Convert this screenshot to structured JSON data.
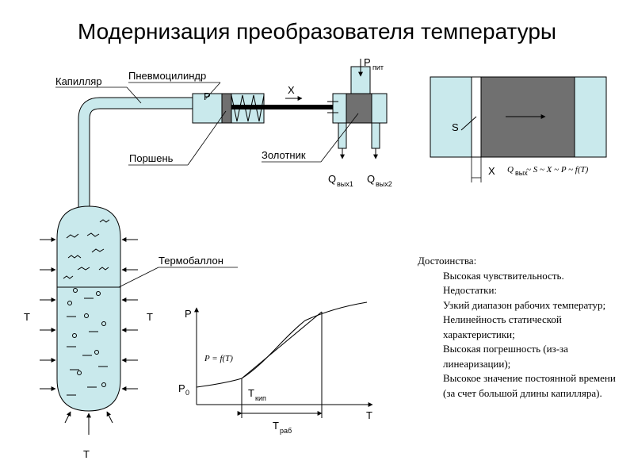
{
  "title": "Модернизация преобразователя температуры",
  "diagram": {
    "labels": {
      "capillary": "Капилляр",
      "cylinder": "Пневмоцилиндр",
      "piston": "Поршень",
      "spool": "Золотник",
      "bulb": "Термобаллон",
      "p": "P",
      "x": "X",
      "p_pit": "P",
      "p_pit_sub": "пит",
      "q1": "Q",
      "q1_sub": "вых1",
      "q2": "Q",
      "q2_sub": "вых2",
      "t_left": "T",
      "t_right": "T",
      "t_bottom": "T",
      "s": "S",
      "x_detail": "X",
      "formula_detail": "Q",
      "formula_detail_sub": "вых",
      "formula_detail_rest": " ~ S ~ X ~ P ~ f(T)"
    },
    "colors": {
      "fluid": "#c9e9ec",
      "piston": "#707070",
      "outline": "#000000"
    }
  },
  "chart_data": {
    "type": "line",
    "ylabel": "P",
    "xlabel": "T",
    "ytick": "P",
    "ytick_sub": "0",
    "tkip": "T",
    "tkip_sub": "кип",
    "traab": "T",
    "traab_sub": "раб",
    "annotation": "P = f(T)"
  },
  "notes": {
    "advantages_head": "Достоинства:",
    "advantages": [
      "Высокая чувствительность."
    ],
    "disadvantages_head": "Недостатки:",
    "disadvantages": [
      "Узкий диапазон рабочих температур;",
      "Нелинейность статической характеристики;",
      "Высокая погрешность (из-за линеаризации);",
      "Высокое значение постоянной времени (за счет большой длины капилляра)."
    ]
  }
}
